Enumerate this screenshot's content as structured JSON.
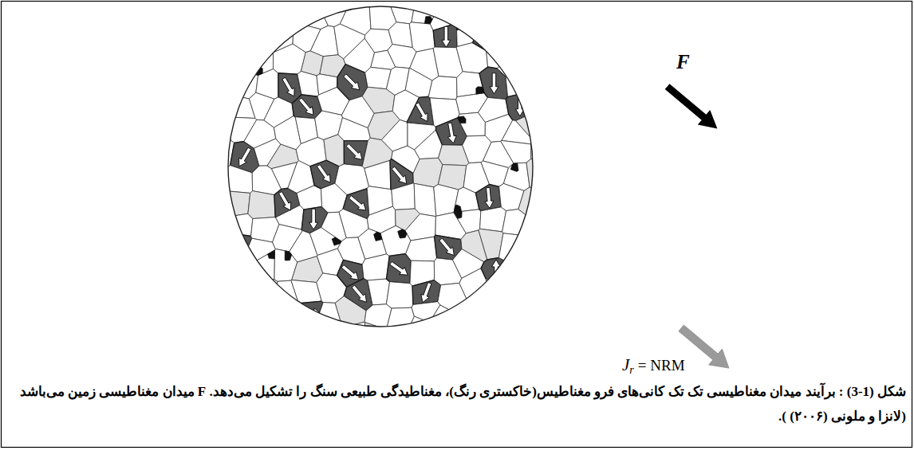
{
  "diagram": {
    "caption": "شکل (1-3) : برآیند میدان مغناطیسی تک تک کانی‌های فرو مغناطیس(خاکستری رنگ)، مغناطیدگی طبیعی سنگ را تشکیل می‌دهد. F میدان مغناطیسی زمین می‌باشد (لانزا و ملونی (۲۰۰۶) ).",
    "labels": [
      "F",
      "J",
      "r",
      "= NRM"
    ]
  }
}
